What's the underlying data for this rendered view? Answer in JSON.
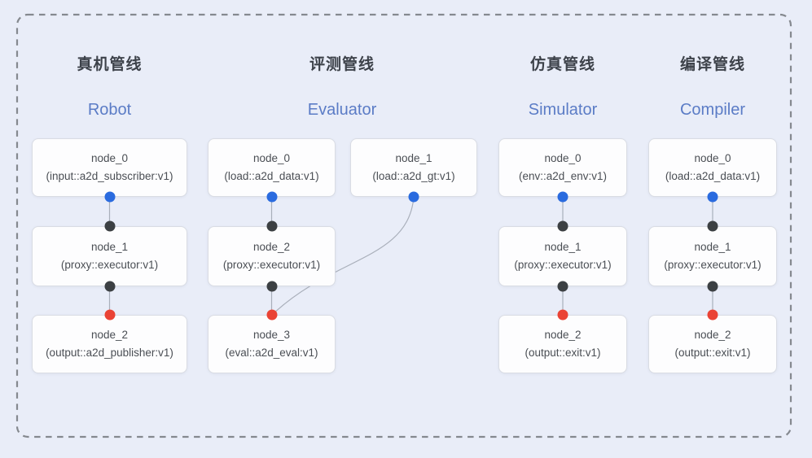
{
  "colors": {
    "background": "#e9edf8",
    "dashed_border": "#85898f",
    "header_zh": "#3d424a",
    "header_en": "#5b7cc6",
    "node_text": "#4a4e54",
    "node_fill": "#fdfdfe",
    "node_border": "#d9dce3",
    "port_output": "#2a6bdf",
    "port_proxy": "#3c4043",
    "port_input": "#ea4335",
    "connector": "#a9afba"
  },
  "pipelines": [
    {
      "id": "robot",
      "title_zh": "真机管线",
      "title_en": "Robot",
      "nodes": [
        {
          "name": "node_0",
          "type": "(input::a2d_subscriber:v1)"
        },
        {
          "name": "node_1",
          "type": "(proxy::executor:v1)"
        },
        {
          "name": "node_2",
          "type": "(output::a2d_publisher:v1)"
        }
      ]
    },
    {
      "id": "evaluator",
      "title_zh": "评测管线",
      "title_en": "Evaluator",
      "nodes": [
        {
          "name": "node_0",
          "type": "(load::a2d_data:v1)"
        },
        {
          "name": "node_1",
          "type": "(load::a2d_gt:v1)"
        },
        {
          "name": "node_2",
          "type": "(proxy::executor:v1)"
        },
        {
          "name": "node_3",
          "type": "(eval::a2d_eval:v1)"
        }
      ]
    },
    {
      "id": "simulator",
      "title_zh": "仿真管线",
      "title_en": "Simulator",
      "nodes": [
        {
          "name": "node_0",
          "type": "(env::a2d_env:v1)"
        },
        {
          "name": "node_1",
          "type": "(proxy::executor:v1)"
        },
        {
          "name": "node_2",
          "type": "(output::exit:v1)"
        }
      ]
    },
    {
      "id": "compiler",
      "title_zh": "编译管线",
      "title_en": "Compiler",
      "nodes": [
        {
          "name": "node_0",
          "type": "(load::a2d_data:v1)"
        },
        {
          "name": "node_1",
          "type": "(proxy::executor:v1)"
        },
        {
          "name": "node_2",
          "type": "(output::exit:v1)"
        }
      ]
    }
  ],
  "edges": [
    {
      "from": "robot.node_0",
      "to": "robot.node_1",
      "from_port": "output-blue",
      "to_port": "proxy-black"
    },
    {
      "from": "robot.node_1",
      "to": "robot.node_2",
      "from_port": "proxy-black",
      "to_port": "input-red"
    },
    {
      "from": "evaluator.node_0",
      "to": "evaluator.node_2",
      "from_port": "output-blue",
      "to_port": "proxy-black"
    },
    {
      "from": "evaluator.node_1",
      "to": "evaluator.node_3",
      "from_port": "output-blue",
      "to_port": "input-red"
    },
    {
      "from": "evaluator.node_2",
      "to": "evaluator.node_3",
      "from_port": "proxy-black",
      "to_port": "input-red"
    },
    {
      "from": "simulator.node_0",
      "to": "simulator.node_1",
      "from_port": "output-blue",
      "to_port": "proxy-black"
    },
    {
      "from": "simulator.node_1",
      "to": "simulator.node_2",
      "from_port": "proxy-black",
      "to_port": "input-red"
    },
    {
      "from": "compiler.node_0",
      "to": "compiler.node_1",
      "from_port": "output-blue",
      "to_port": "proxy-black"
    },
    {
      "from": "compiler.node_1",
      "to": "compiler.node_2",
      "from_port": "proxy-black",
      "to_port": "input-red"
    }
  ]
}
